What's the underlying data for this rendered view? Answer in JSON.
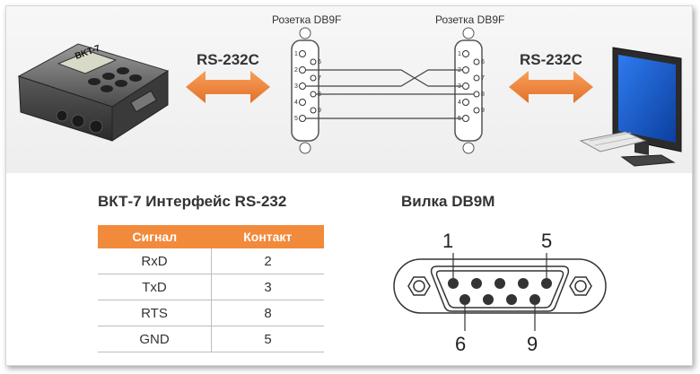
{
  "top": {
    "rs_left": "RS-232C",
    "rs_right": "RS-232C",
    "socket_left": "Розетка DB9F",
    "socket_right": "Розетка DB9F",
    "device_label": "BKT-7",
    "socket_pins_left": [
      "1",
      "2",
      "3",
      "4",
      "5"
    ],
    "socket_pins_right": [
      "6",
      "7",
      "8",
      "9"
    ]
  },
  "interface": {
    "title": "ВКТ-7 Интерфейс RS-232",
    "headers": [
      "Сигнал",
      "Контакт"
    ],
    "rows": [
      {
        "signal": "RxD",
        "pin": "2"
      },
      {
        "signal": "TxD",
        "pin": "3"
      },
      {
        "signal": "RTS",
        "pin": "8"
      },
      {
        "signal": "GND",
        "pin": "5"
      }
    ]
  },
  "plug": {
    "title": "Вилка DB9M",
    "pin1": "1",
    "pin5": "5",
    "pin6": "6",
    "pin9": "9"
  },
  "colors": {
    "accent": "#f28a3c",
    "text": "#333333",
    "monitor_screen": "#1a5fd6"
  }
}
